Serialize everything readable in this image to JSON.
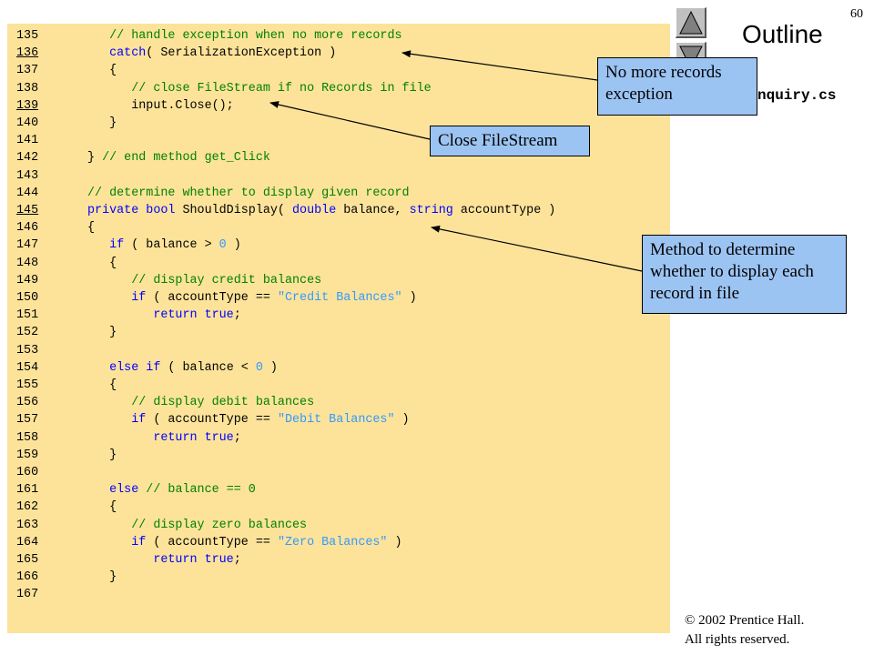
{
  "page_number": "60",
  "outline": "Outline",
  "file_name": "nquiry.cs",
  "code_lines": [
    {
      "n": "135",
      "u": false,
      "t": [
        [
          "c",
          "   // handle exception when no more records"
        ]
      ]
    },
    {
      "n": "136",
      "u": true,
      "t": [
        [
          "k",
          "   catch"
        ],
        [
          "p",
          "( SerializationException )"
        ]
      ]
    },
    {
      "n": "137",
      "u": false,
      "t": [
        [
          "p",
          "   {"
        ]
      ]
    },
    {
      "n": "138",
      "u": false,
      "t": [
        [
          "c",
          "      // close FileStream if no Records in file"
        ]
      ]
    },
    {
      "n": "139",
      "u": true,
      "t": [
        [
          "p",
          "      input.Close();"
        ]
      ]
    },
    {
      "n": "140",
      "u": false,
      "t": [
        [
          "p",
          "   }"
        ]
      ]
    },
    {
      "n": "141",
      "u": false,
      "t": []
    },
    {
      "n": "142",
      "u": false,
      "t": [
        [
          "p",
          "} "
        ],
        [
          "c",
          "// end method get_Click"
        ]
      ]
    },
    {
      "n": "143",
      "u": false,
      "t": []
    },
    {
      "n": "144",
      "u": false,
      "t": [
        [
          "c",
          "// determine whether to display given record"
        ]
      ]
    },
    {
      "n": "145",
      "u": true,
      "t": [
        [
          "k",
          "private bool "
        ],
        [
          "p",
          "ShouldDisplay( "
        ],
        [
          "k",
          "double "
        ],
        [
          "p",
          "balance, "
        ],
        [
          "k",
          "string "
        ],
        [
          "p",
          "accountType )"
        ]
      ]
    },
    {
      "n": "146",
      "u": false,
      "t": [
        [
          "p",
          "{"
        ]
      ]
    },
    {
      "n": "147",
      "u": false,
      "t": [
        [
          "k",
          "   if "
        ],
        [
          "p",
          "( balance > "
        ],
        [
          "n",
          "0"
        ],
        [
          "p",
          " )"
        ]
      ]
    },
    {
      "n": "148",
      "u": false,
      "t": [
        [
          "p",
          "   {"
        ]
      ]
    },
    {
      "n": "149",
      "u": false,
      "t": [
        [
          "c",
          "      // display credit balances"
        ]
      ]
    },
    {
      "n": "150",
      "u": false,
      "t": [
        [
          "k",
          "      if "
        ],
        [
          "p",
          "( accountType == "
        ],
        [
          "s",
          "\"Credit Balances\""
        ],
        [
          "p",
          " )"
        ]
      ]
    },
    {
      "n": "151",
      "u": false,
      "t": [
        [
          "k",
          "         return true"
        ],
        [
          "p",
          ";"
        ]
      ]
    },
    {
      "n": "152",
      "u": false,
      "t": [
        [
          "p",
          "   }"
        ]
      ]
    },
    {
      "n": "153",
      "u": false,
      "t": []
    },
    {
      "n": "154",
      "u": false,
      "t": [
        [
          "k",
          "   else if "
        ],
        [
          "p",
          "( balance < "
        ],
        [
          "n",
          "0"
        ],
        [
          "p",
          " )"
        ]
      ]
    },
    {
      "n": "155",
      "u": false,
      "t": [
        [
          "p",
          "   {"
        ]
      ]
    },
    {
      "n": "156",
      "u": false,
      "t": [
        [
          "c",
          "      // display debit balances"
        ]
      ]
    },
    {
      "n": "157",
      "u": false,
      "t": [
        [
          "k",
          "      if "
        ],
        [
          "p",
          "( accountType == "
        ],
        [
          "s",
          "\"Debit Balances\""
        ],
        [
          "p",
          " )"
        ]
      ]
    },
    {
      "n": "158",
      "u": false,
      "t": [
        [
          "k",
          "         return true"
        ],
        [
          "p",
          ";"
        ]
      ]
    },
    {
      "n": "159",
      "u": false,
      "t": [
        [
          "p",
          "   }"
        ]
      ]
    },
    {
      "n": "160",
      "u": false,
      "t": []
    },
    {
      "n": "161",
      "u": false,
      "t": [
        [
          "k",
          "   else "
        ],
        [
          "c",
          "// balance == 0"
        ]
      ]
    },
    {
      "n": "162",
      "u": false,
      "t": [
        [
          "p",
          "   {"
        ]
      ]
    },
    {
      "n": "163",
      "u": false,
      "t": [
        [
          "c",
          "      // display zero balances"
        ]
      ]
    },
    {
      "n": "164",
      "u": false,
      "t": [
        [
          "k",
          "      if "
        ],
        [
          "p",
          "( accountType == "
        ],
        [
          "s",
          "\"Zero Balances\""
        ],
        [
          "p",
          " )"
        ]
      ]
    },
    {
      "n": "165",
      "u": false,
      "t": [
        [
          "k",
          "         return true"
        ],
        [
          "p",
          ";"
        ]
      ]
    },
    {
      "n": "166",
      "u": false,
      "t": [
        [
          "p",
          "   }"
        ]
      ]
    },
    {
      "n": "167",
      "u": false,
      "t": []
    }
  ],
  "callouts": {
    "no_more_records": [
      "No more records",
      "exception"
    ],
    "close_filestream": [
      "Close FileStream"
    ],
    "should_display": [
      "Method to determine",
      "whether to display each",
      "record in file"
    ]
  },
  "copyright": [
    "© 2002 Prentice Hall.",
    "All rights reserved."
  ]
}
